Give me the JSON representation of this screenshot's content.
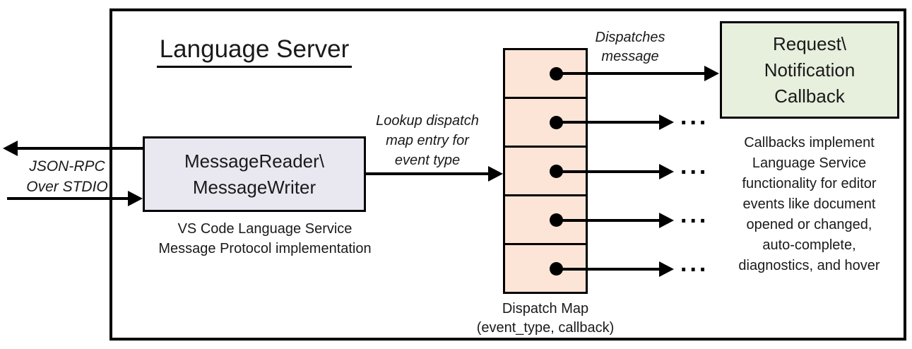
{
  "diagram": {
    "title": "Language Server",
    "io_label": {
      "line1": "JSON-RPC",
      "line2": "Over STDIO"
    },
    "reader_box": {
      "line1": "MessageReader\\",
      "line2": "MessageWriter"
    },
    "reader_caption": {
      "line1": "VS Code Language Service",
      "line2": "Message Protocol implementation"
    },
    "lookup_label": {
      "line1": "Lookup dispatch",
      "line2": "map entry for",
      "line3": "event type"
    },
    "dispatches_label": {
      "line1": "Dispatches",
      "line2": "message"
    },
    "callback_box": {
      "line1": "Request\\",
      "line2": "Notification",
      "line3": "Callback"
    },
    "callbacks_note_lines": [
      "Callbacks implement",
      "Language Service",
      "functionality for editor",
      "events like document",
      "opened or changed,",
      "auto-complete,",
      "diagnostics, and hover"
    ],
    "dispatch_caption": {
      "line1": "Dispatch Map",
      "line2": "(event_type, callback)"
    },
    "ellipsis": "...",
    "colors": {
      "reader_fill": "#e9e8f1",
      "dispatch_cell_fill": "#fce5d7",
      "callback_fill": "#e7efdd",
      "line": "#000000",
      "background": "#ffffff"
    }
  }
}
